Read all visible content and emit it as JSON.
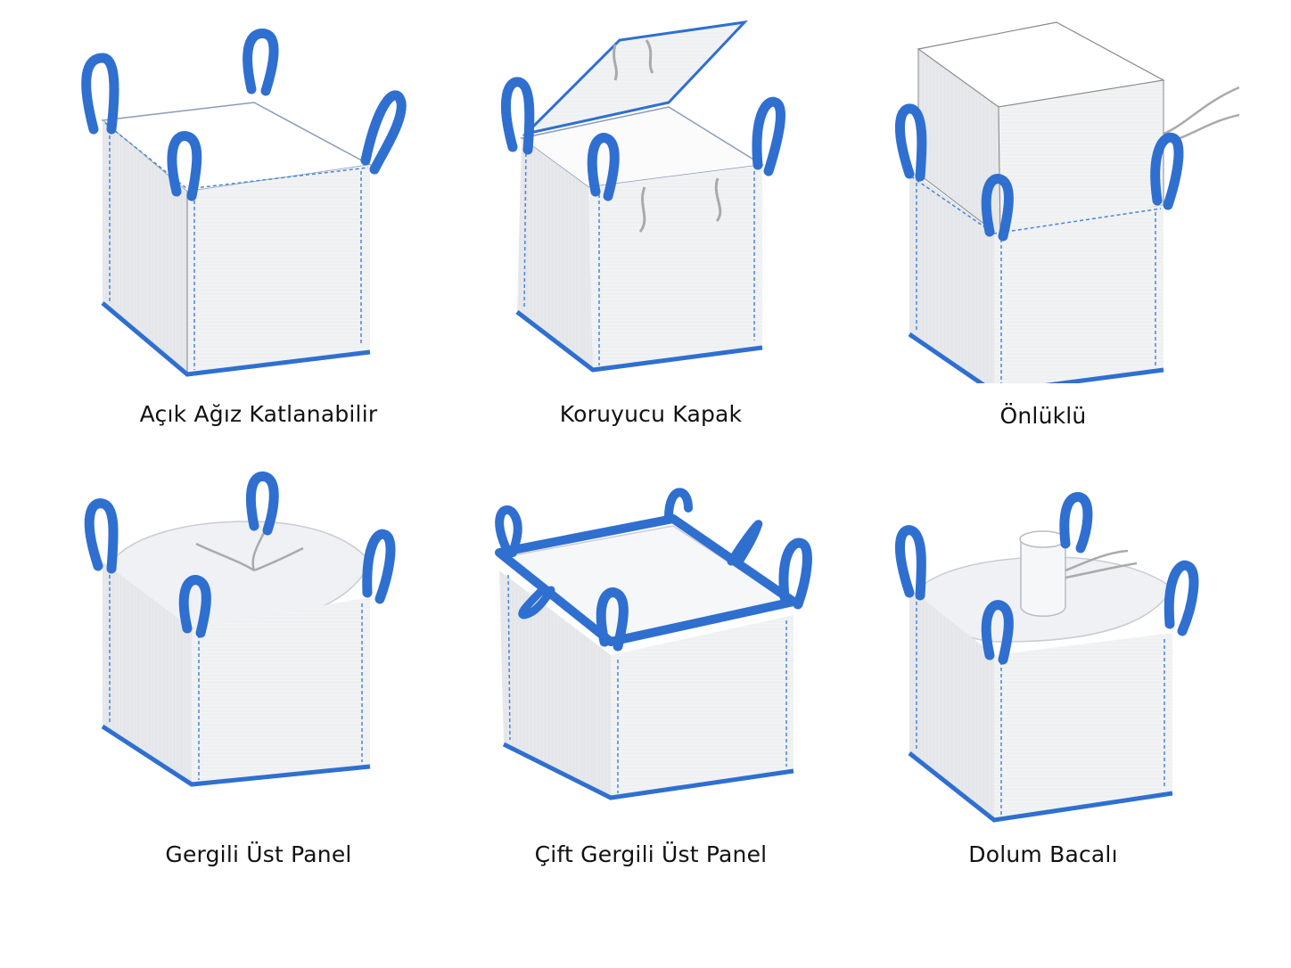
{
  "items": [
    {
      "label": "Açık Ağız Katlanabilir",
      "top_style": "open"
    },
    {
      "label": "Koruyucu Kapak",
      "top_style": "lid"
    },
    {
      "label": "Önlüklü",
      "top_style": "skirt"
    },
    {
      "label": "Gergili Üst Panel",
      "top_style": "duffle"
    },
    {
      "label": "Çift Gergili Üst Panel",
      "top_style": "double-frame"
    },
    {
      "label": "Dolum Bacalı",
      "top_style": "spout"
    }
  ],
  "colors": {
    "loop": "#2f6fd0",
    "loop_dark": "#1f4f9e",
    "fabric": "#f4f5f7",
    "seam": "#4a86d8"
  }
}
